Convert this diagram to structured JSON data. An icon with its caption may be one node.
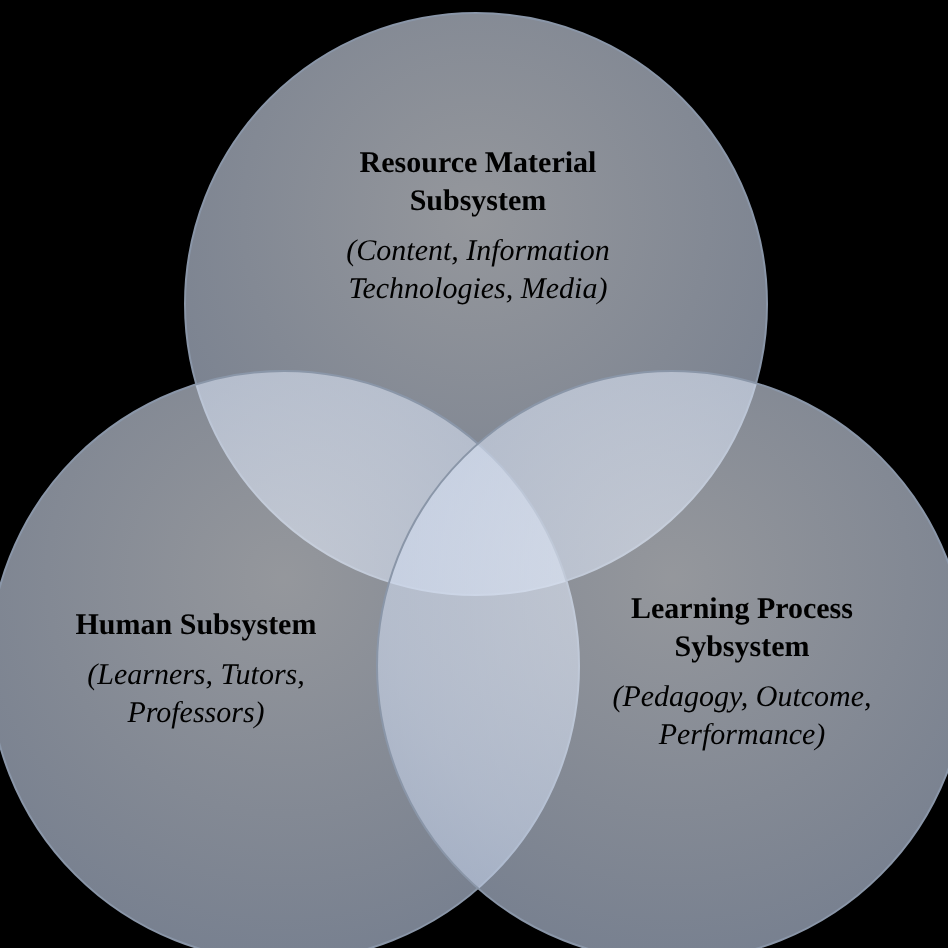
{
  "diagram": {
    "nodes": [
      {
        "text": [
          "Resource Material Subsystem",
          "(Content, Information Technologies, Media)"
        ]
      },
      {
        "text": [
          "Human Subsystem",
          "(Learners, Tutors, Professors)"
        ]
      },
      {
        "text": [
          "Learning Process Sybsystem",
          "(Pedagogy, Outcome, Performance)"
        ]
      }
    ]
  }
}
